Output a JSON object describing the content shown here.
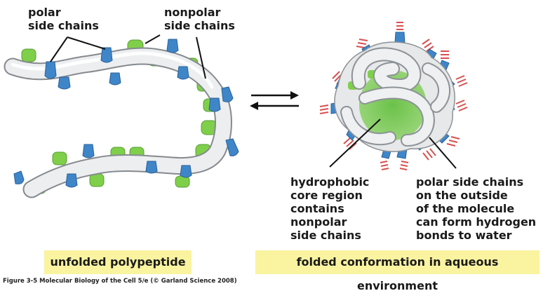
{
  "labels": {
    "polar_side_chains": "polar\nside chains",
    "nonpolar_side_chains": "nonpolar\nside chains",
    "hydrophobic_core": "hydrophobic\ncore region\ncontains\nnonpolar\nside chains",
    "polar_outside": "polar side chains\non the outside\nof the molecule\ncan form hydrogen\nbonds to water"
  },
  "captions": {
    "unfolded": "unfolded polypeptide",
    "folded": "folded conformation in aqueous environment"
  },
  "credit": "Figure 3-5  Molecular Biology of the Cell 5/e (© Garland Science 2008)",
  "colors": {
    "backbone": "#e6e8ea",
    "backbone_outline": "#8d9296",
    "polar": "#3f86c9",
    "nonpolar": "#7fcf4a",
    "hbond": "#d8504f",
    "caption_bg": "#faf3a0"
  },
  "icons": {
    "equilibrium": "equilibrium-arrows-icon"
  }
}
